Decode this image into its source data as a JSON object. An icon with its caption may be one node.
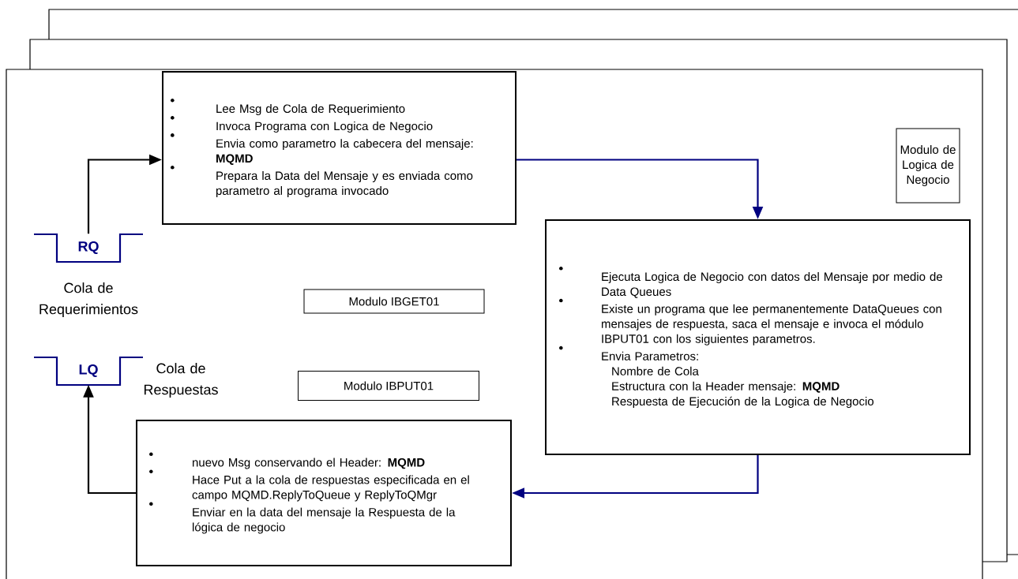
{
  "diagram": {
    "nodes": [
      {
        "text": [
          "Lee Msg de Cola de Requerimiento",
          "Invoca Programa con Logica de Negocio",
          "Envia como parametro la cabecera del mensaje: **MQMD**",
          "Prepara la Data del Mensaje y es enviada como parametro al programa invocado"
        ]
      },
      {
        "text": [
          "RQ"
        ],
        "beside": [
          "Cola de Requerimientos"
        ]
      },
      {
        "text": [
          "Modulo IBGET01"
        ]
      },
      {
        "text": [
          "Modulo de Logica de Negocio"
        ]
      },
      {
        "text": [
          "Ejecuta Logica de Negocio con datos del Mensaje por medio de Data Queues",
          "Existe un programa que lee permanentemente DataQueues con mensajes de respuesta, saca el mensaje e invoca el módulo IBPUT01 con los siguientes parametros.",
          "Envia Parametros:",
          "Nombre de Cola",
          "Estructura con la Header mensaje: **MQMD**",
          "Respuesta de Ejecución de la Logica de Negocio"
        ]
      },
      {
        "text": [
          "LQ"
        ],
        "beside": [
          "Cola de Respuestas"
        ]
      },
      {
        "text": [
          "Modulo IBPUT01"
        ]
      },
      {
        "text": [
          "nuevo Msg conservando el Header: **MQMD**",
          "Hace Put a la cola de respuestas especificada en el campo MQMD.ReplyToQueue y ReplyToQMgr",
          "Enviar en la data del mensaje la Respuesta de la lógica de negocio"
        ]
      }
    ],
    "edges": [
      {
        "from": 1,
        "to": 0,
        "arrow": "to"
      },
      {
        "from": 0,
        "to": 4,
        "arrow": "to",
        "color": "#000080"
      },
      {
        "from": 4,
        "to": 7,
        "arrow": "to",
        "color": "#000080"
      },
      {
        "from": 7,
        "to": 5,
        "arrow": "to"
      }
    ]
  }
}
